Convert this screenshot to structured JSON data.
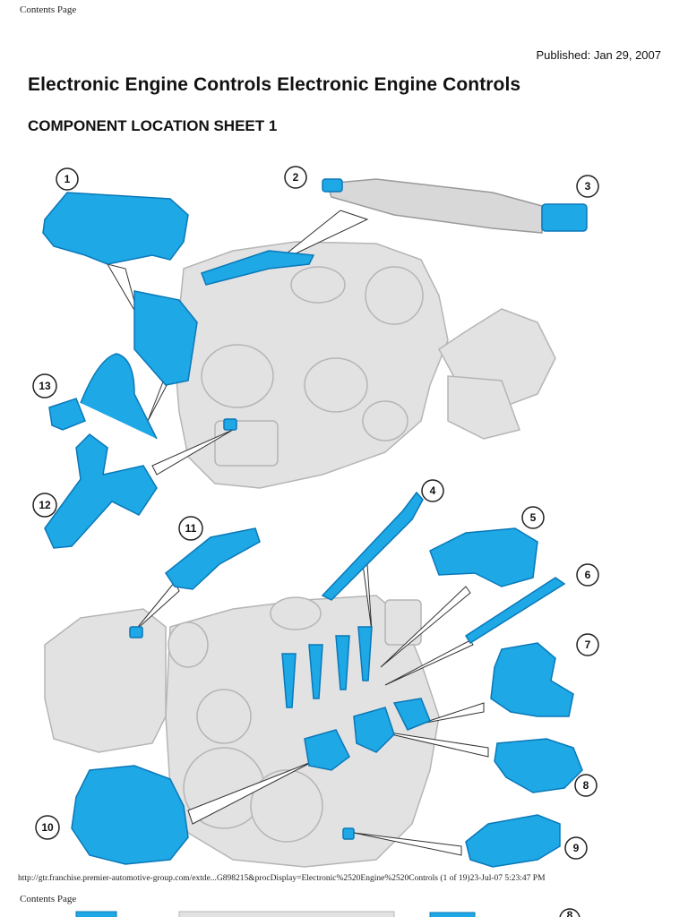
{
  "header": {
    "label": "Contents Page"
  },
  "published": "Published: Jan 29, 2007",
  "title": "Electronic Engine Controls Electronic Engine Controls",
  "subtitle": "COMPONENT LOCATION SHEET 1",
  "callouts": [
    "1",
    "2",
    "3",
    "4",
    "5",
    "6",
    "7",
    "8",
    "9",
    "10",
    "11",
    "12",
    "13"
  ],
  "footer": {
    "url": "http://gtr.franchise.premier-automotive-group.com/extde...G898215&procDisplay=Electronic%2520Engine%2520Controls (1 of 19)23-Jul-07 5:23:47 PM",
    "next_header": "Contents Page",
    "next_callout": "8"
  },
  "colors": {
    "component": "#1ea8e6",
    "component_dark": "#0a78b8",
    "engine": "#e2e2e2",
    "engine_edge": "#b8b8b8"
  }
}
